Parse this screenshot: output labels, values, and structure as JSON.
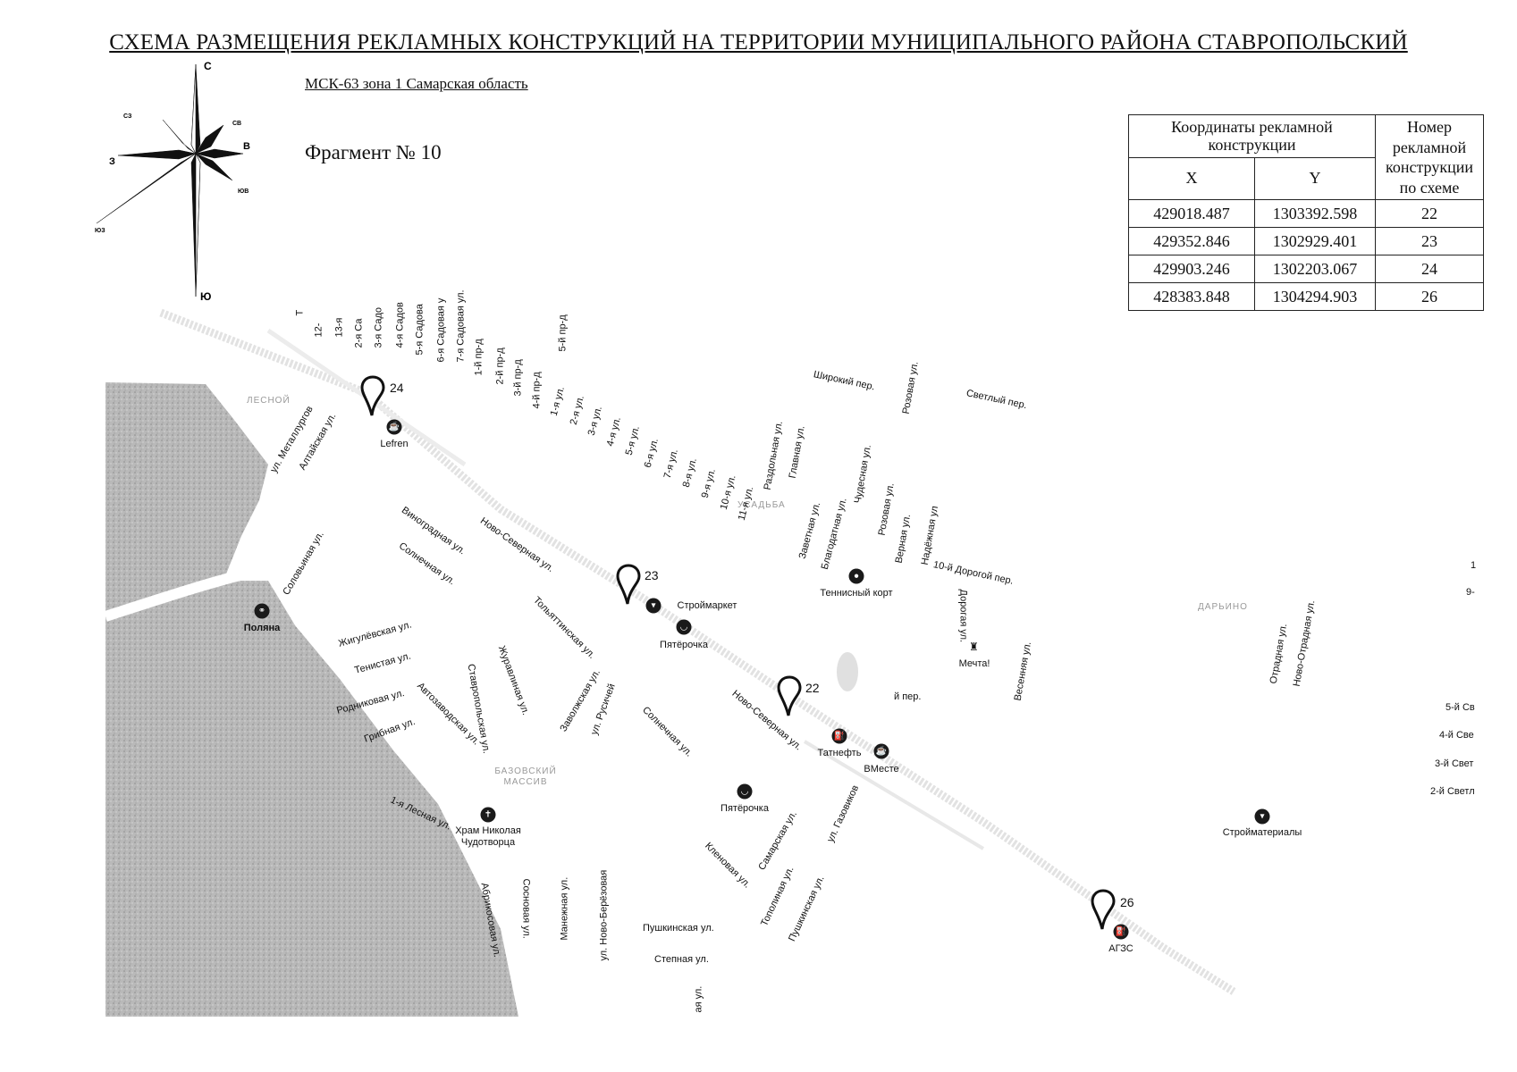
{
  "header": {
    "title": "СХЕМА РАЗМЕЩЕНИЯ РЕКЛАМНЫХ КОНСТРУКЦИЙ НА ТЕРРИТОРИИ МУНИЦИПАЛЬНОГО РАЙОНА СТАВРОПОЛЬСКИЙ",
    "subtitle": "МСК-63 зона 1 Самарская область",
    "fragment": "Фрагмент № 10"
  },
  "compass": {
    "n": "С",
    "s": "Ю",
    "e": "В",
    "w": "З",
    "ne": "СВ",
    "nw": "СЗ",
    "se": "ЮВ",
    "sw": "ЮЗ"
  },
  "table": {
    "head_coords": "Координаты рекламной конструкции",
    "head_number": "Номер рекламной конструкции по схеме",
    "col_x": "X",
    "col_y": "Y",
    "rows": [
      {
        "x": "429018.487",
        "y": "1303392.598",
        "n": "22"
      },
      {
        "x": "429352.846",
        "y": "1302929.401",
        "n": "23"
      },
      {
        "x": "429903.246",
        "y": "1302203.067",
        "n": "24"
      },
      {
        "x": "428383.848",
        "y": "1304294.903",
        "n": "26"
      }
    ]
  },
  "map": {
    "pins": [
      "24",
      "23",
      "22",
      "26"
    ],
    "streets": [
      "Т",
      "12-",
      "13-я",
      "2-я Са",
      "3-я Садо",
      "4-я Садов",
      "5-я Садова",
      "6-я Садовая у",
      "7-я Садовая ул.",
      "1-й пр-д",
      "2-й пр-д",
      "3-й пр-д",
      "4-й пр-д",
      "5-й пр-д",
      "1-я ул.",
      "2-я ул.",
      "3-я ул.",
      "4-я ул.",
      "5-я ул.",
      "6-я ул.",
      "7-я ул.",
      "8-я ул.",
      "9-я ул.",
      "10-я ул.",
      "11-я ул.",
      "ул. Металлургов",
      "Алтайская ул.",
      "Широкий пер.",
      "Светлый пер.",
      "Розовая ул.",
      "Раздольная ул.",
      "Главная ул.",
      "Чудесная ул.",
      "Розовая ул.",
      "Заветная ул.",
      "Благодатная ул.",
      "Верная ул.",
      "Надёжная ул",
      "10-й Дорогой пер.",
      "Виноградная ул.",
      "Ново-Северная ул.",
      "Солнечная ул.",
      "Соловьиная ул.",
      "Тольяттинская ул.",
      "Жигулёвская ул.",
      "Тенистая ул.",
      "Ставропольская ул.",
      "Журавлиная ул.",
      "Родниковая ул.",
      "Автозаводская ул.",
      "Грибная ул.",
      "Заволжская ул.",
      "ул. Русичей",
      "Солнечная ул.",
      "Ново-Северная ул.",
      "й пер.",
      "Дорогая ул.",
      "Весенняя ул.",
      "Отрадная ул.",
      "Ново-Отрадная ул.",
      "1-я Лесная ул.",
      "Абрикосовая ул.",
      "Сосновая ул.",
      "Манежная ул.",
      "ул. Ново-Берёзовая",
      "Кленовая ул.",
      "Самарская ул.",
      "ул. Газовиков",
      "Пушкинская ул.",
      "Тополиная ул.",
      "Пушкинская ул.",
      "Степная ул.",
      "ая ул."
    ],
    "edge_labels": [
      "1",
      "9-",
      "5-й Св",
      "4-й Све",
      "3-й Свет",
      "2-й Светл"
    ],
    "areas": [
      "ЛЕСНОЙ",
      "УСАДЬБА",
      "ДАРЬИНО",
      "БАЗОВСКИЙ МАССИВ"
    ],
    "pois": [
      {
        "name": "Lefren",
        "icon": "cafe-icon"
      },
      {
        "name": "Поляна",
        "icon": "restaurant-icon"
      },
      {
        "name": "Строймаркет",
        "icon": "shop-icon"
      },
      {
        "name": "Пятёрочка",
        "icon": "grocery-icon"
      },
      {
        "name": "Теннисный корт",
        "icon": "tennis-icon"
      },
      {
        "name": "Мечта!",
        "icon": "monument-icon"
      },
      {
        "name": "Татнефть",
        "icon": "fuel-icon"
      },
      {
        "name": "ВМесте",
        "icon": "cafe-icon"
      },
      {
        "name": "Пятёрочка",
        "icon": "grocery-icon"
      },
      {
        "name": "Храм Николая Чудотворца",
        "icon": "church-icon"
      },
      {
        "name": "Стройматериалы",
        "icon": "shop-icon"
      },
      {
        "name": "АГЗС",
        "icon": "fuel-icon"
      }
    ]
  }
}
